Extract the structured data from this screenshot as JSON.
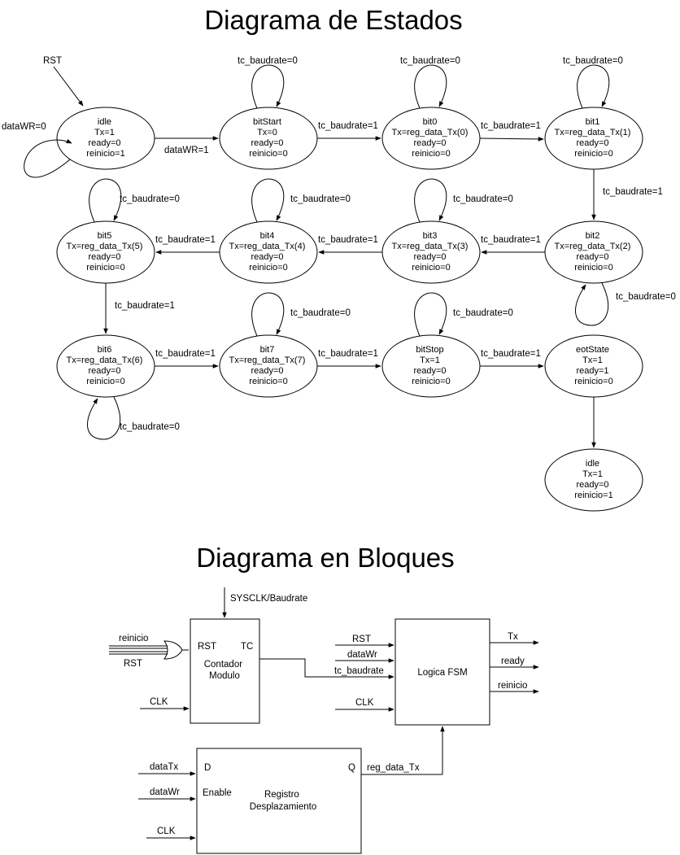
{
  "titles": {
    "states": "Diagrama de Estados",
    "blocks": "Diagrama en Bloques"
  },
  "states": {
    "idle": [
      "idle",
      "Tx=1",
      "ready=0",
      "reinicio=1"
    ],
    "bitStart": [
      "bitStart",
      "Tx=0",
      "ready=0",
      "reinicio=0"
    ],
    "bit0": [
      "bit0",
      "Tx=reg_data_Tx(0)",
      "ready=0",
      "reinicio=0"
    ],
    "bit1": [
      "bit1",
      "Tx=reg_data_Tx(1)",
      "ready=0",
      "reinicio=0"
    ],
    "bit2": [
      "bit2",
      "Tx=reg_data_Tx(2)",
      "ready=0",
      "reinicio=0"
    ],
    "bit3": [
      "bit3",
      "Tx=reg_data_Tx(3)",
      "ready=0",
      "reinicio=0"
    ],
    "bit4": [
      "bit4",
      "Tx=reg_data_Tx(4)",
      "ready=0",
      "reinicio=0"
    ],
    "bit5": [
      "bit5",
      "Tx=reg_data_Tx(5)",
      "ready=0",
      "reinicio=0"
    ],
    "bit6": [
      "bit6",
      "Tx=reg_data_Tx(6)",
      "ready=0",
      "reinicio=0"
    ],
    "bit7": [
      "bit7",
      "Tx=reg_data_Tx(7)",
      "ready=0",
      "reinicio=0"
    ],
    "bitStop": [
      "bitStop",
      "Tx=1",
      "ready=0",
      "reinicio=0"
    ],
    "eotState": [
      "eotState",
      "Tx=1",
      "ready=1",
      "reinicio=0"
    ],
    "idle2": [
      "idle",
      "Tx=1",
      "ready=0",
      "reinicio=1"
    ]
  },
  "transitions": {
    "rst": "RST",
    "datawr0": "dataWR=0",
    "datawr1": "dataWR=1",
    "tc0": "tc_baudrate=0",
    "tc1": "tc_baudrate=1"
  },
  "blocks": {
    "contador": [
      "Contador",
      "Modulo"
    ],
    "contador_rst": "RST",
    "contador_tc": "TC",
    "sysclk": "SYSCLK/Baudrate",
    "reinicio_in": "reinicio",
    "rst_in": "RST",
    "clk1": "CLK",
    "fsm": "Logica FSM",
    "fsm_rst": "RST",
    "fsm_datawr": "dataWr",
    "fsm_tc": "tc_baudrate",
    "fsm_clk": "CLK",
    "out_tx": "Tx",
    "out_ready": "ready",
    "out_reinicio": "reinicio",
    "registro": [
      "Registro",
      "Desplazamiento"
    ],
    "reg_d": "D",
    "reg_enable": "Enable",
    "reg_q": "Q",
    "reg_out": "reg_data_Tx",
    "in_datatx": "dataTx",
    "in_datawr": "dataWr",
    "clk2": "CLK"
  }
}
